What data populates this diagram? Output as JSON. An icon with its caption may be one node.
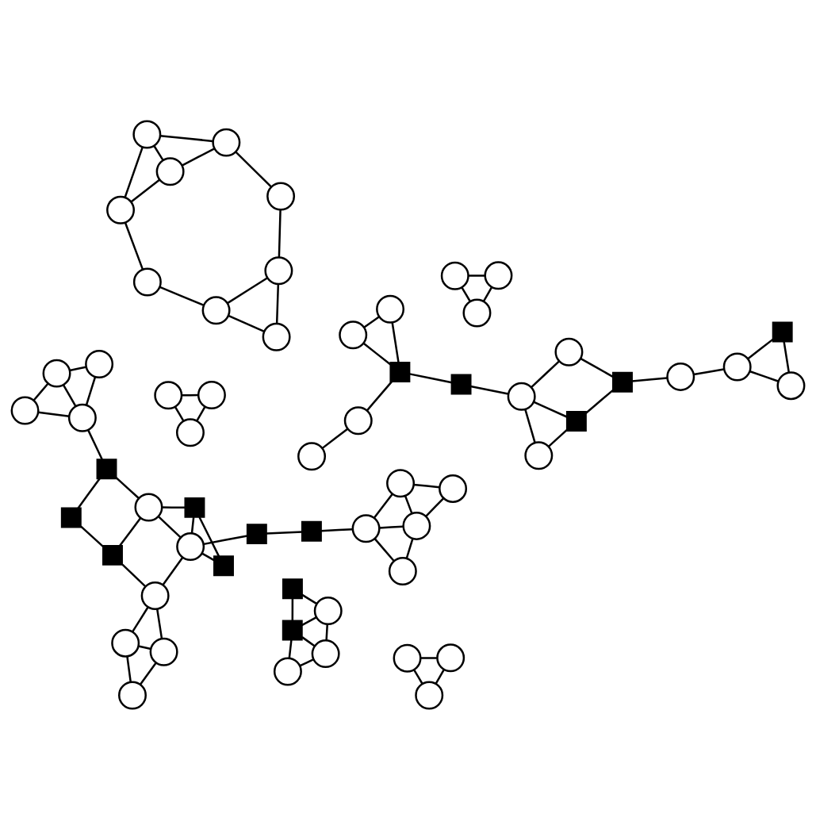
{
  "diagram": {
    "nodes": [
      {
        "text": [],
        "shape": "circle"
      },
      {
        "text": [],
        "shape": "circle"
      },
      {
        "text": [],
        "shape": "circle"
      },
      {
        "text": [],
        "shape": "circle"
      },
      {
        "text": [],
        "shape": "circle"
      },
      {
        "text": [],
        "shape": "circle"
      },
      {
        "text": [],
        "shape": "circle"
      },
      {
        "text": [],
        "shape": "box"
      },
      {
        "text": [],
        "shape": "circle"
      },
      {
        "text": [],
        "shape": "circle"
      },
      {
        "text": [],
        "shape": "circle"
      },
      {
        "text": [],
        "shape": "circle"
      },
      {
        "text": [],
        "shape": "box"
      },
      {
        "text": [],
        "shape": "box"
      },
      {
        "text": [],
        "shape": "circle"
      },
      {
        "text": [],
        "shape": "box"
      },
      {
        "text": [],
        "shape": "circle"
      },
      {
        "text": [],
        "shape": "circle"
      },
      {
        "text": [],
        "shape": "circle"
      },
      {
        "text": [],
        "shape": "box"
      },
      {
        "text": [],
        "shape": "circle"
      },
      {
        "text": [],
        "shape": "box"
      },
      {
        "text": [],
        "shape": "circle"
      },
      {
        "text": [],
        "shape": "circle"
      },
      {
        "text": [],
        "shape": "circle"
      },
      {
        "text": [],
        "shape": "circle"
      },
      {
        "text": [],
        "shape": "circle"
      },
      {
        "text": [],
        "shape": "circle"
      },
      {
        "text": [],
        "shape": "circle"
      },
      {
        "text": [],
        "shape": "circle"
      },
      {
        "text": [],
        "shape": "circle"
      },
      {
        "text": [],
        "shape": "circle"
      },
      {
        "text": [],
        "shape": "circle"
      },
      {
        "text": [],
        "shape": "circle"
      },
      {
        "text": [],
        "shape": "circle"
      },
      {
        "text": [],
        "shape": "box"
      },
      {
        "text": [],
        "shape": "circle"
      },
      {
        "text": [],
        "shape": "circle"
      },
      {
        "text": [],
        "shape": "circle"
      },
      {
        "text": [],
        "shape": "circle"
      },
      {
        "text": [],
        "shape": "circle"
      },
      {
        "text": [],
        "shape": "box"
      },
      {
        "text": [],
        "shape": "box"
      },
      {
        "text": [],
        "shape": "box"
      },
      {
        "text": [],
        "shape": "circle"
      },
      {
        "text": [],
        "shape": "circle"
      },
      {
        "text": [],
        "shape": "circle"
      },
      {
        "text": [],
        "shape": "box"
      },
      {
        "text": [],
        "shape": "box"
      },
      {
        "text": [],
        "shape": "circle"
      },
      {
        "text": [],
        "shape": "circle"
      },
      {
        "text": [],
        "shape": "circle"
      },
      {
        "text": [],
        "shape": "circle"
      },
      {
        "text": [],
        "shape": "circle"
      },
      {
        "text": [],
        "shape": "circle"
      },
      {
        "text": [],
        "shape": "circle"
      },
      {
        "text": [],
        "shape": "circle"
      },
      {
        "text": [],
        "shape": "box"
      },
      {
        "text": [],
        "shape": "box"
      },
      {
        "text": [],
        "shape": "circle"
      }
    ],
    "edges": [
      {
        "from": 0,
        "to": 1,
        "arrow": "none"
      },
      {
        "from": 1,
        "to": 7,
        "arrow": "none"
      },
      {
        "from": 7,
        "to": 8,
        "arrow": "none"
      },
      {
        "from": 7,
        "to": 9,
        "arrow": "none"
      },
      {
        "from": 8,
        "to": 9,
        "arrow": "none"
      },
      {
        "from": 7,
        "to": 15,
        "arrow": "none"
      },
      {
        "from": 15,
        "to": 18,
        "arrow": "none"
      },
      {
        "from": 18,
        "to": 17,
        "arrow": "none"
      },
      {
        "from": 17,
        "to": 19,
        "arrow": "none"
      },
      {
        "from": 18,
        "to": 19,
        "arrow": "none"
      },
      {
        "from": 18,
        "to": 20,
        "arrow": "none"
      },
      {
        "from": 20,
        "to": 21,
        "arrow": "none"
      },
      {
        "from": 19,
        "to": 21,
        "arrow": "none"
      },
      {
        "from": 21,
        "to": 26,
        "arrow": "none"
      },
      {
        "from": 6,
        "to": 5,
        "arrow": "none"
      },
      {
        "from": 6,
        "to": 14,
        "arrow": "none"
      },
      {
        "from": 5,
        "to": 14,
        "arrow": "none"
      },
      {
        "from": 4,
        "to": 2,
        "arrow": "none"
      },
      {
        "from": 2,
        "to": 3,
        "arrow": "none"
      },
      {
        "from": 4,
        "to": 3,
        "arrow": "none"
      },
      {
        "from": 10,
        "to": 11,
        "arrow": "none"
      },
      {
        "from": 10,
        "to": 12,
        "arrow": "none"
      },
      {
        "from": 11,
        "to": 12,
        "arrow": "none"
      },
      {
        "from": 11,
        "to": 16,
        "arrow": "none"
      },
      {
        "from": 16,
        "to": 12,
        "arrow": "none"
      },
      {
        "from": 12,
        "to": 13,
        "arrow": "none"
      },
      {
        "from": 16,
        "to": 13,
        "arrow": "none"
      },
      {
        "from": 28,
        "to": 23,
        "arrow": "none"
      },
      {
        "from": 28,
        "to": 33,
        "arrow": "none"
      },
      {
        "from": 23,
        "to": 24,
        "arrow": "none"
      },
      {
        "from": 23,
        "to": 22,
        "arrow": "none"
      },
      {
        "from": 24,
        "to": 22,
        "arrow": "none"
      },
      {
        "from": 22,
        "to": 25,
        "arrow": "none"
      },
      {
        "from": 25,
        "to": 30,
        "arrow": "none"
      },
      {
        "from": 29,
        "to": 30,
        "arrow": "none"
      },
      {
        "from": 30,
        "to": 31,
        "arrow": "none"
      },
      {
        "from": 29,
        "to": 31,
        "arrow": "none"
      },
      {
        "from": 33,
        "to": 29,
        "arrow": "none"
      },
      {
        "from": 33,
        "to": 31,
        "arrow": "none"
      },
      {
        "from": 27,
        "to": 34,
        "arrow": "none"
      },
      {
        "from": 26,
        "to": 34,
        "arrow": "none"
      },
      {
        "from": 27,
        "to": 35,
        "arrow": "none"
      },
      {
        "from": 34,
        "to": 35,
        "arrow": "none"
      },
      {
        "from": 32,
        "to": 37,
        "arrow": "none"
      },
      {
        "from": 32,
        "to": 36,
        "arrow": "none"
      },
      {
        "from": 37,
        "to": 36,
        "arrow": "none"
      },
      {
        "from": 37,
        "to": 38,
        "arrow": "none"
      },
      {
        "from": 36,
        "to": 38,
        "arrow": "none"
      },
      {
        "from": 38,
        "to": 41,
        "arrow": "none"
      },
      {
        "from": 38,
        "to": 40,
        "arrow": "none"
      },
      {
        "from": 40,
        "to": 45,
        "arrow": "none"
      },
      {
        "from": 40,
        "to": 48,
        "arrow": "none"
      },
      {
        "from": 40,
        "to": 47,
        "arrow": "none"
      },
      {
        "from": 40,
        "to": 43,
        "arrow": "none"
      },
      {
        "from": 41,
        "to": 45,
        "arrow": "none"
      },
      {
        "from": 45,
        "to": 48,
        "arrow": "none"
      },
      {
        "from": 48,
        "to": 47,
        "arrow": "none"
      },
      {
        "from": 43,
        "to": 42,
        "arrow": "none"
      },
      {
        "from": 42,
        "to": 49,
        "arrow": "none"
      },
      {
        "from": 41,
        "to": 58,
        "arrow": "none"
      },
      {
        "from": 45,
        "to": 57,
        "arrow": "none"
      },
      {
        "from": 58,
        "to": 57,
        "arrow": "none"
      },
      {
        "from": 55,
        "to": 53,
        "arrow": "none"
      },
      {
        "from": 55,
        "to": 56,
        "arrow": "none"
      },
      {
        "from": 53,
        "to": 54,
        "arrow": "none"
      },
      {
        "from": 53,
        "to": 56,
        "arrow": "none"
      },
      {
        "from": 54,
        "to": 56,
        "arrow": "none"
      },
      {
        "from": 56,
        "to": 57,
        "arrow": "none"
      },
      {
        "from": 39,
        "to": 49,
        "arrow": "none"
      },
      {
        "from": 39,
        "to": 50,
        "arrow": "none"
      },
      {
        "from": 49,
        "to": 50,
        "arrow": "none"
      },
      {
        "from": 49,
        "to": 51,
        "arrow": "none"
      },
      {
        "from": 50,
        "to": 51,
        "arrow": "none"
      },
      {
        "from": 50,
        "to": 59,
        "arrow": "none"
      },
      {
        "from": 51,
        "to": 59,
        "arrow": "none"
      },
      {
        "from": 46,
        "to": 44,
        "arrow": "none"
      },
      {
        "from": 46,
        "to": 52,
        "arrow": "none"
      },
      {
        "from": 44,
        "to": 52,
        "arrow": "none"
      }
    ]
  }
}
